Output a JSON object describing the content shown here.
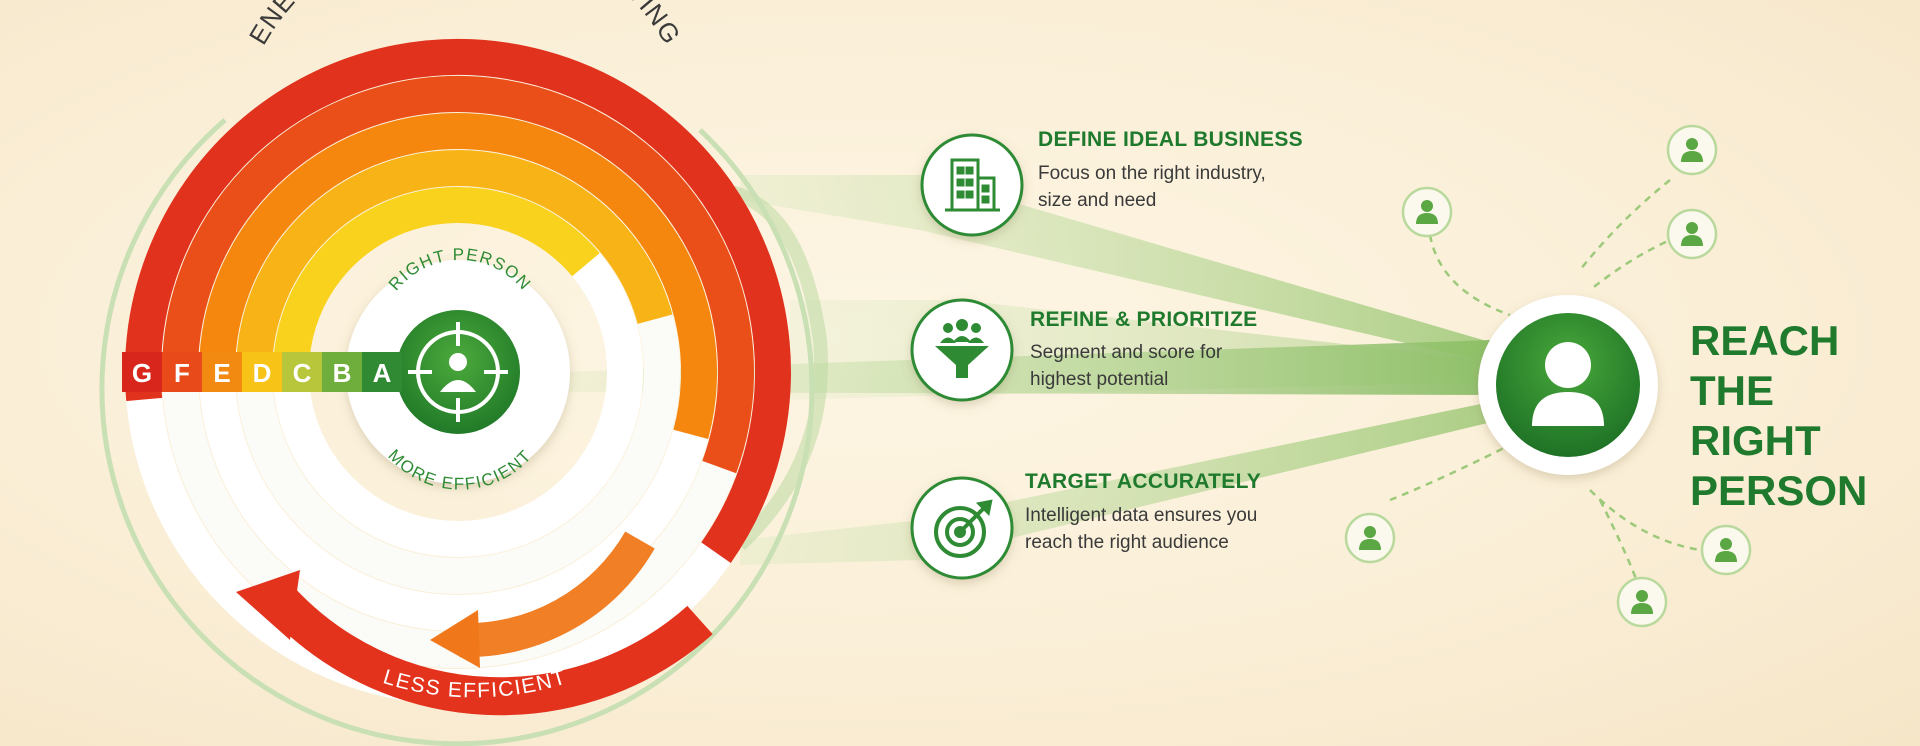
{
  "gauge": {
    "title": "ENERGY EFFICIENCY IN TARGETING",
    "inner_top": "RIGHT PERSON",
    "inner_bottom": "MORE EFFICIENT",
    "bottom": "LESS EFFICIENT",
    "grades": [
      {
        "letter": "G",
        "color": "#d8261d"
      },
      {
        "letter": "F",
        "color": "#e84a1a"
      },
      {
        "letter": "E",
        "color": "#f28a12"
      },
      {
        "letter": "D",
        "color": "#f6c316"
      },
      {
        "letter": "C",
        "color": "#b7c63a"
      },
      {
        "letter": "B",
        "color": "#6fae3c"
      },
      {
        "letter": "A",
        "color": "#2f8a33"
      }
    ]
  },
  "steps": [
    {
      "title": "DEFINE IDEAL BUSINESS",
      "line1": "Focus on the right industry,",
      "line2": "size and need",
      "icon": "building-icon"
    },
    {
      "title": "REFINE & PRIORITIZE",
      "line1": "Segment and score for",
      "line2": "highest potential",
      "icon": "funnel-people-icon"
    },
    {
      "title": "TARGET ACCURATELY",
      "line1": "Intelligent data ensures you",
      "line2": "reach the right audience",
      "icon": "target-arrow-icon"
    }
  ],
  "goal": {
    "line1": "REACH",
    "line2": "THE RIGHT",
    "line3": "PERSON",
    "icon": "person-icon"
  },
  "colors": {
    "green": "#2e8b34",
    "dark_green": "#1f7a2e",
    "light_green": "#9cc97a",
    "red": "#e0321c",
    "orange": "#f5870f",
    "yellow": "#f8d21c"
  }
}
